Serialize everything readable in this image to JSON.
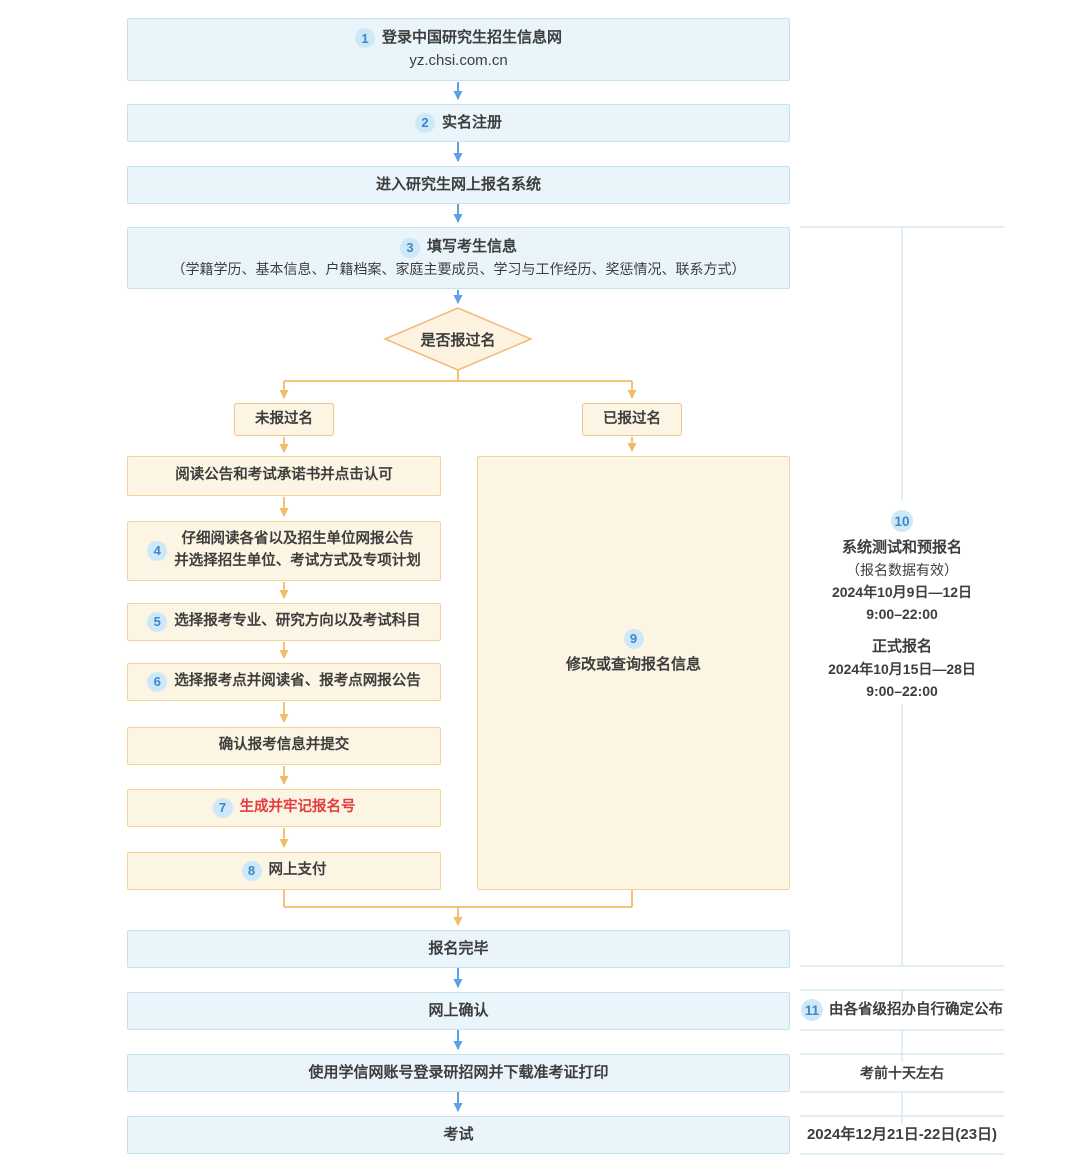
{
  "colors": {
    "blue_arrow": "#5aa2e3",
    "orange_arrow": "#f2bb66",
    "blue_box_fill": "#eaf5fb",
    "cream_box_fill": "#fdf5e4",
    "badge_bg": "#cde9f8",
    "badge_text": "#3e86c8",
    "highlight_red": "#e23d3d"
  },
  "flow": {
    "step1": {
      "badge": "1",
      "line1": "登录中国研究生招生信息网",
      "line2": "yz.chsi.com.cn"
    },
    "step2": {
      "badge": "2",
      "label": "实名注册"
    },
    "step3": {
      "label": "进入研究生网上报名系统"
    },
    "step4": {
      "badge": "3",
      "label": "填写考生信息",
      "sub": "（学籍学历、基本信息、户籍档案、家庭主要成员、学习与工作经历、奖惩情况、联系方式）"
    },
    "decision": {
      "label": "是否报过名"
    },
    "branch_no": {
      "label": "未报过名"
    },
    "branch_yes": {
      "label": "已报过名"
    },
    "left1": {
      "label": "阅读公告和考试承诺书并点击认可"
    },
    "left2": {
      "badge": "4",
      "line1": "仔细阅读各省以及招生单位网报公告",
      "line2": "并选择招生单位、考试方式及专项计划"
    },
    "left3": {
      "badge": "5",
      "label": "选择报考专业、研究方向以及考试科目"
    },
    "left4": {
      "badge": "6",
      "label": "选择报考点并阅读省、报考点网报公告"
    },
    "left5": {
      "label": "确认报考信息并提交"
    },
    "left6": {
      "badge": "7",
      "label": "生成并牢记报名号"
    },
    "left7": {
      "badge": "8",
      "label": "网上支付"
    },
    "right_box": {
      "badge": "9",
      "label": "修改或查询报名信息"
    },
    "done": {
      "label": "报名完毕"
    },
    "confirm": {
      "label": "网上确认"
    },
    "print": {
      "label": "使用学信网账号登录研招网并下载准考证打印"
    },
    "exam": {
      "label": "考试"
    }
  },
  "sidebar": {
    "section10": {
      "badge": "10",
      "title1": "系统测试和预报名",
      "note": "（报名数据有效）",
      "date1": "2024年10月9日—12日",
      "time1": "9:00–22:00",
      "title2": "正式报名",
      "date2": "2024年10月15日—28日",
      "time2": "9:00–22:00"
    },
    "row11": {
      "badge": "11",
      "label": "由各省级招办自行确定公布"
    },
    "row12": {
      "label": "考前十天左右"
    },
    "row13": {
      "label": "2024年12月21日-22日(23日)"
    }
  }
}
